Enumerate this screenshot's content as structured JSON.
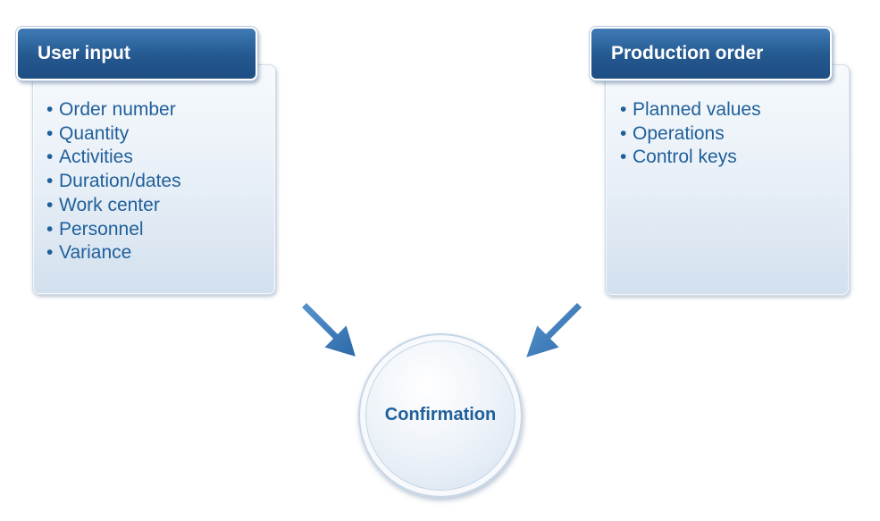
{
  "left_box": {
    "title": "User input",
    "items": [
      "Order number",
      "Quantity",
      "Activities",
      "Duration/dates",
      "Work center",
      "Personnel",
      "Variance"
    ]
  },
  "right_box": {
    "title": "Production order",
    "items": [
      "Planned values",
      "Operations",
      "Control keys"
    ]
  },
  "center": {
    "label": "Confirmation"
  },
  "colors": {
    "header_blue": "#24588f",
    "text_blue": "#1f5f9a",
    "arrow_blue": "#3a78b8",
    "panel_light": "#e6eef6"
  },
  "icons": {
    "left_arrow": "arrow-down-right-icon",
    "right_arrow": "arrow-down-left-icon"
  }
}
